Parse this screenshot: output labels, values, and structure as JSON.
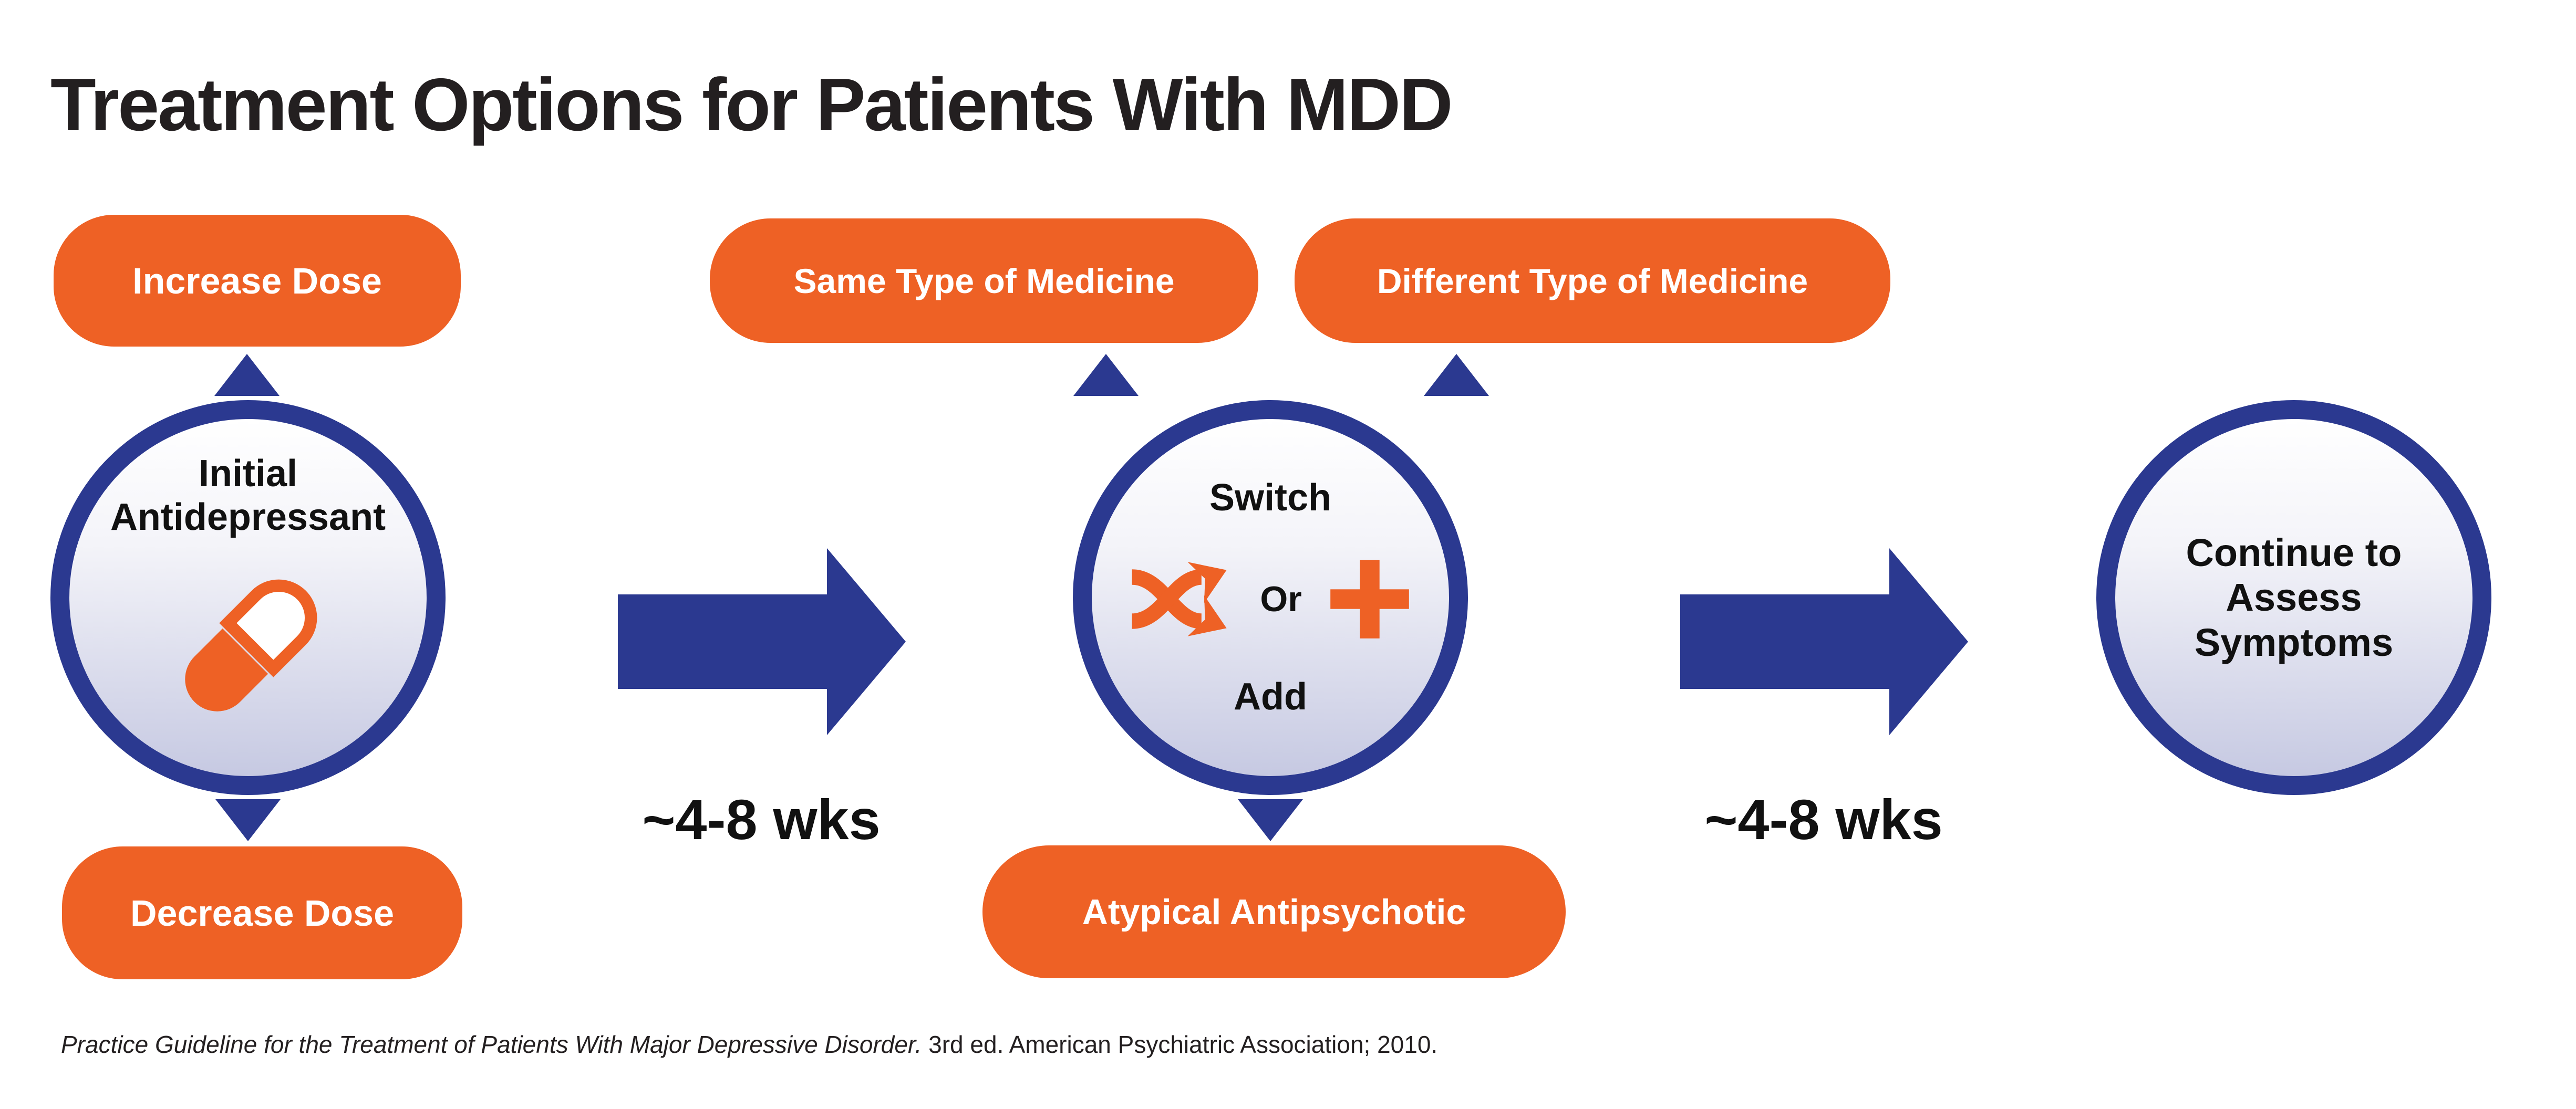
{
  "title": "Treatment Options for Patients With MDD",
  "colors": {
    "orange": "#EE6125",
    "navy": "#2B3990",
    "text_dark": "#231F20",
    "circle_gradient_top": "#FFFFFF",
    "circle_gradient_bottom": "#C6C9E2",
    "box_text": "#FFFFFF"
  },
  "flow": {
    "stage1": {
      "circle": {
        "line1": "Initial",
        "line2": "Antidepressant"
      },
      "icon": "pill-icon",
      "option_up": "Increase Dose",
      "option_down": "Decrease Dose"
    },
    "arrow1": {
      "label": "~4-8 wks"
    },
    "stage2": {
      "circle": {
        "top": "Switch",
        "middle": "Or",
        "bottom": "Add"
      },
      "icons": [
        "shuffle-arrows-icon",
        "plus-icon"
      ],
      "option_up_left": "Same Type of Medicine",
      "option_up_right": "Different Type of Medicine",
      "option_down": "Atypical Antipsychotic"
    },
    "arrow2": {
      "label": "~4-8 wks"
    },
    "stage3": {
      "circle": {
        "line1": "Continue to",
        "line2": "Assess",
        "line3": "Symptoms"
      }
    }
  },
  "footer": {
    "citation_italic": "Practice Guideline for the Treatment of Patients With Major Depressive Disorder.",
    "citation_rest": " 3rd ed. American Psychiatric Association; 2010."
  }
}
